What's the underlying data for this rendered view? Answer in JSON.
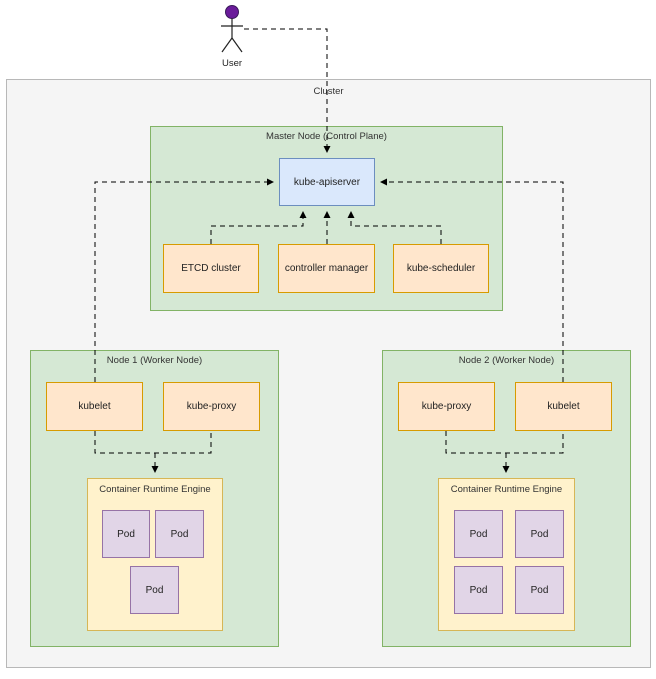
{
  "user": {
    "label": "User",
    "color": "#6a1b9a"
  },
  "cluster": {
    "label": "Cluster"
  },
  "master": {
    "label": "Master Node (Control Plane)",
    "apiserver": "kube-apiserver",
    "components": [
      "ETCD cluster",
      "controller manager",
      "kube-scheduler"
    ]
  },
  "node1": {
    "label": "Node 1 (Worker Node)",
    "kubelet": "kubelet",
    "proxy": "kube-proxy",
    "runtime": "Container Runtime Engine",
    "pods": [
      "Pod",
      "Pod",
      "Pod"
    ]
  },
  "node2": {
    "label": "Node 2 (Worker Node)",
    "proxy": "kube-proxy",
    "kubelet": "kubelet",
    "runtime": "Container Runtime Engine",
    "pods": [
      "Pod",
      "Pod",
      "Pod",
      "Pod"
    ]
  },
  "colors": {
    "node_fill": "#d5e8d4",
    "component_fill": "#ffe6cc",
    "apiserver_fill": "#dae8fc",
    "runtime_fill": "#fff2cc",
    "pod_fill": "#e1d5e7"
  }
}
